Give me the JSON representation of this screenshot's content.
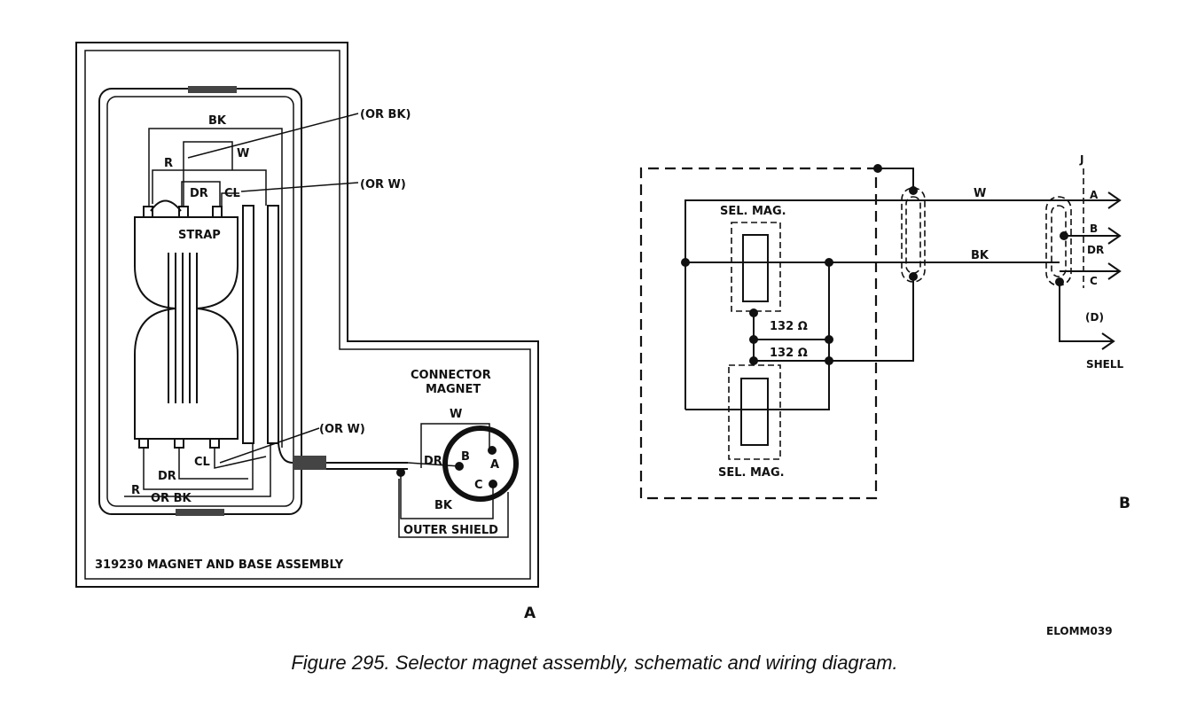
{
  "figure": {
    "caption": "Figure 295. Selector magnet assembly, schematic and wiring diagram.",
    "code": "ELOMM039"
  },
  "panel_a": {
    "label": "A",
    "assembly_title": "319230 MAGNET AND BASE ASSEMBLY",
    "callout_or_bk": "(OR BK)",
    "callout_or_w_top": "(OR  W)",
    "callout_or_w_bottom": "(OR  W)",
    "strap": "STRAP",
    "wire_bk": "BK",
    "wire_w": "W",
    "wire_r": "R",
    "wire_dr": "DR",
    "wire_cl": "CL",
    "wire_cl_bottom": "CL",
    "wire_dr_bottom": "DR",
    "wire_r_bottom": "R",
    "wire_or_bk_bottom": "OR  BK",
    "connector_title_1": "CONNECTOR",
    "connector_title_2": "MAGNET",
    "conn_w": "W",
    "conn_dr": "DR",
    "conn_b": "B",
    "conn_a": "A",
    "conn_c": "C",
    "conn_bk": "BK",
    "outer_shield": "OUTER SHIELD"
  },
  "panel_b": {
    "label": "B",
    "sel_mag_top": "SEL. MAG.",
    "sel_mag_bottom": "SEL. MAG.",
    "res_1": "132 Ω",
    "res_2": "132 Ω",
    "wire_w": "W",
    "wire_bk": "BK",
    "jack": "J",
    "pin_a": "A",
    "pin_b": "B",
    "pin_dr": "DR",
    "pin_c": "C",
    "pin_d": "(D)",
    "shell": "SHELL"
  }
}
